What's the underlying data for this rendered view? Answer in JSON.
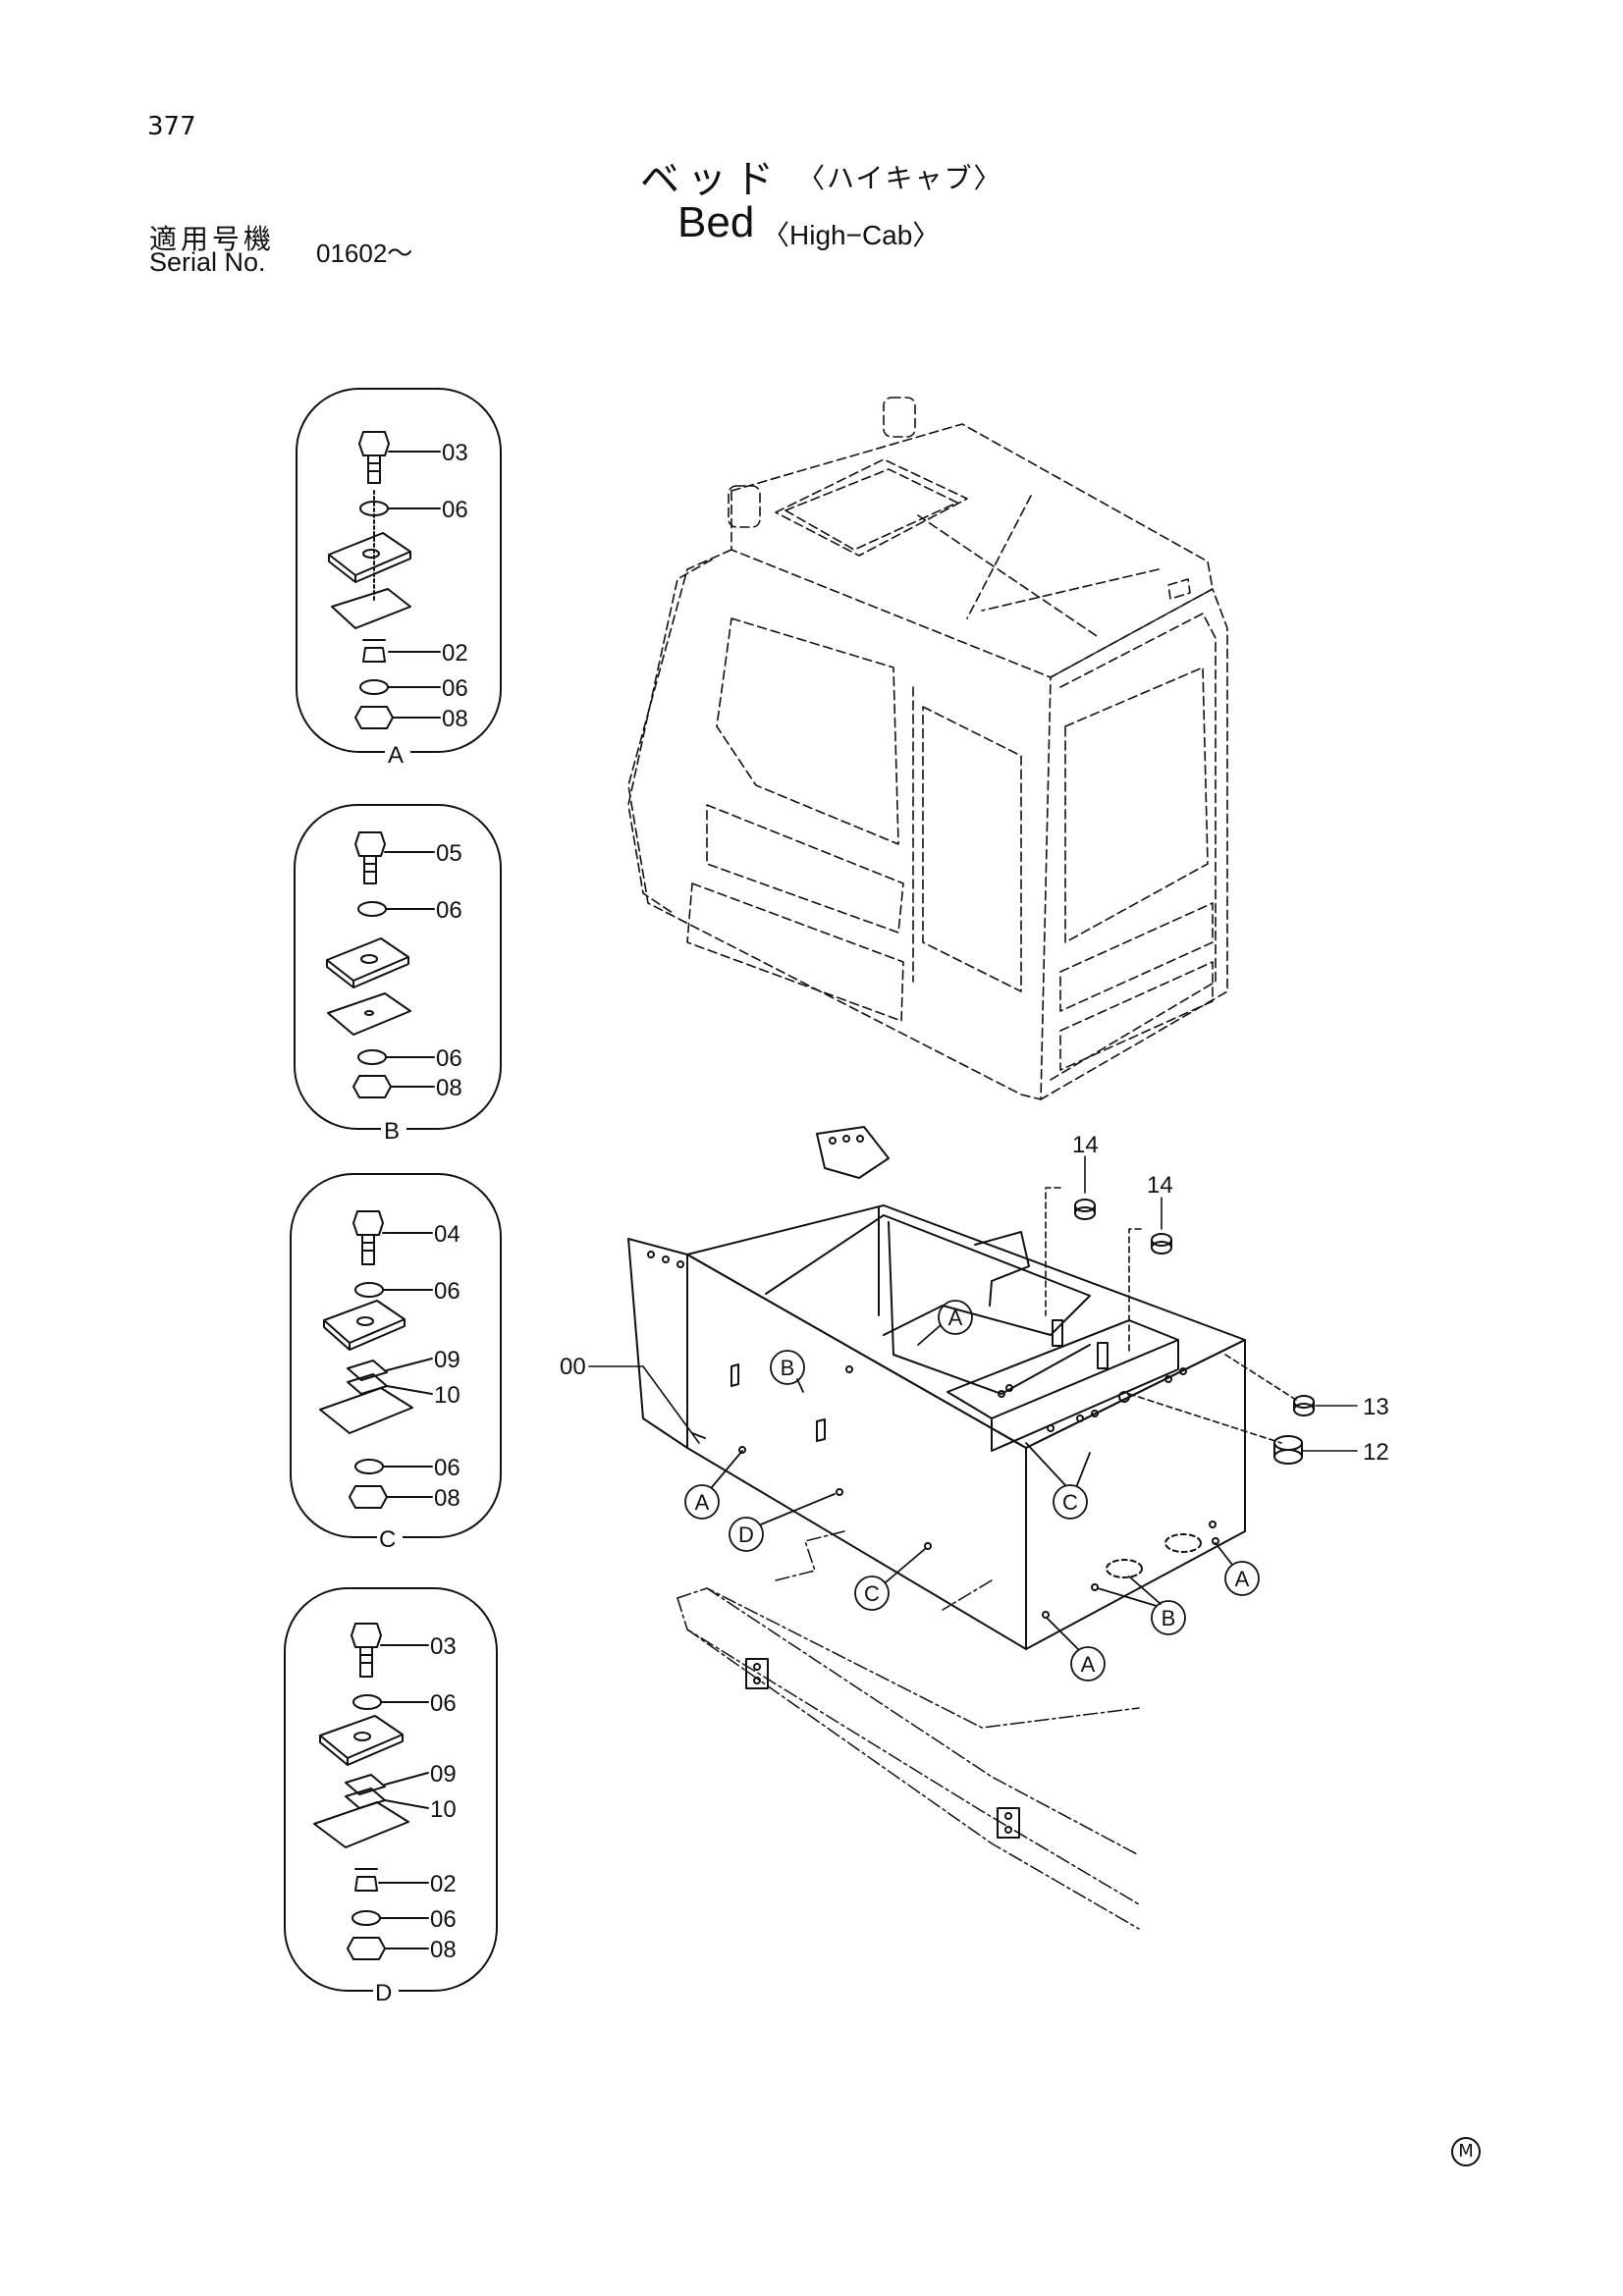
{
  "header": {
    "page_number": "377",
    "title_jp_main": "ベッド",
    "title_jp_sub": "〈ハイキャブ〉",
    "title_en_main": "Bed",
    "title_en_sub": "〈High−Cab〉",
    "serial_label_jp": "適用号機",
    "serial_label_en": "Serial No.",
    "serial_value": "01602～"
  },
  "detail_panels": [
    {
      "label": "A",
      "parts": [
        "03",
        "06",
        "02",
        "06",
        "08"
      ]
    },
    {
      "label": "B",
      "parts": [
        "05",
        "06",
        "06",
        "08"
      ]
    },
    {
      "label": "C",
      "parts": [
        "04",
        "06",
        "09",
        "10",
        "06",
        "08"
      ]
    },
    {
      "label": "D",
      "parts": [
        "03",
        "06",
        "09",
        "10",
        "02",
        "06",
        "08"
      ]
    }
  ],
  "main_callouts": {
    "bed_frame": "00",
    "grommet_1": "14",
    "grommet_2": "14",
    "bushing": "13",
    "mount": "12"
  },
  "hole_markers": [
    "A",
    "B",
    "A",
    "D",
    "C",
    "C",
    "A",
    "B",
    "A"
  ],
  "footer": {
    "maker_mark": "M"
  }
}
